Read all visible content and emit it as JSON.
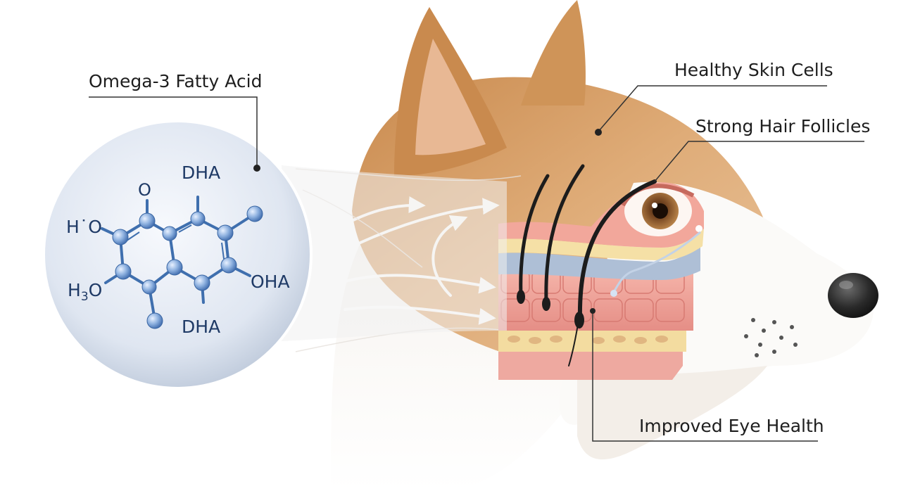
{
  "labels": {
    "omega": "Omega-3 Fatty Acid",
    "skin": "Healthy Skin Cells",
    "hair": "Strong Hair Follicles",
    "eye": "Improved Eye Health"
  },
  "molecule": {
    "dha_top": "DHA",
    "dha_bottom": "DHA",
    "oha": "OHA",
    "oxygen": "O",
    "ho": "H˙O",
    "h3o_h": "H",
    "h3o_sub": "3",
    "h3o_o": "O"
  },
  "colors": {
    "fur": "#d9a068",
    "skin_layer": "#f0a8a0",
    "fat_layer": "#f3dca0",
    "membrane": "#aebfd6",
    "atom": "#7ea3d4",
    "bond": "#3f6fae",
    "leader_line": "#333333",
    "text": "#1e1e1e"
  }
}
